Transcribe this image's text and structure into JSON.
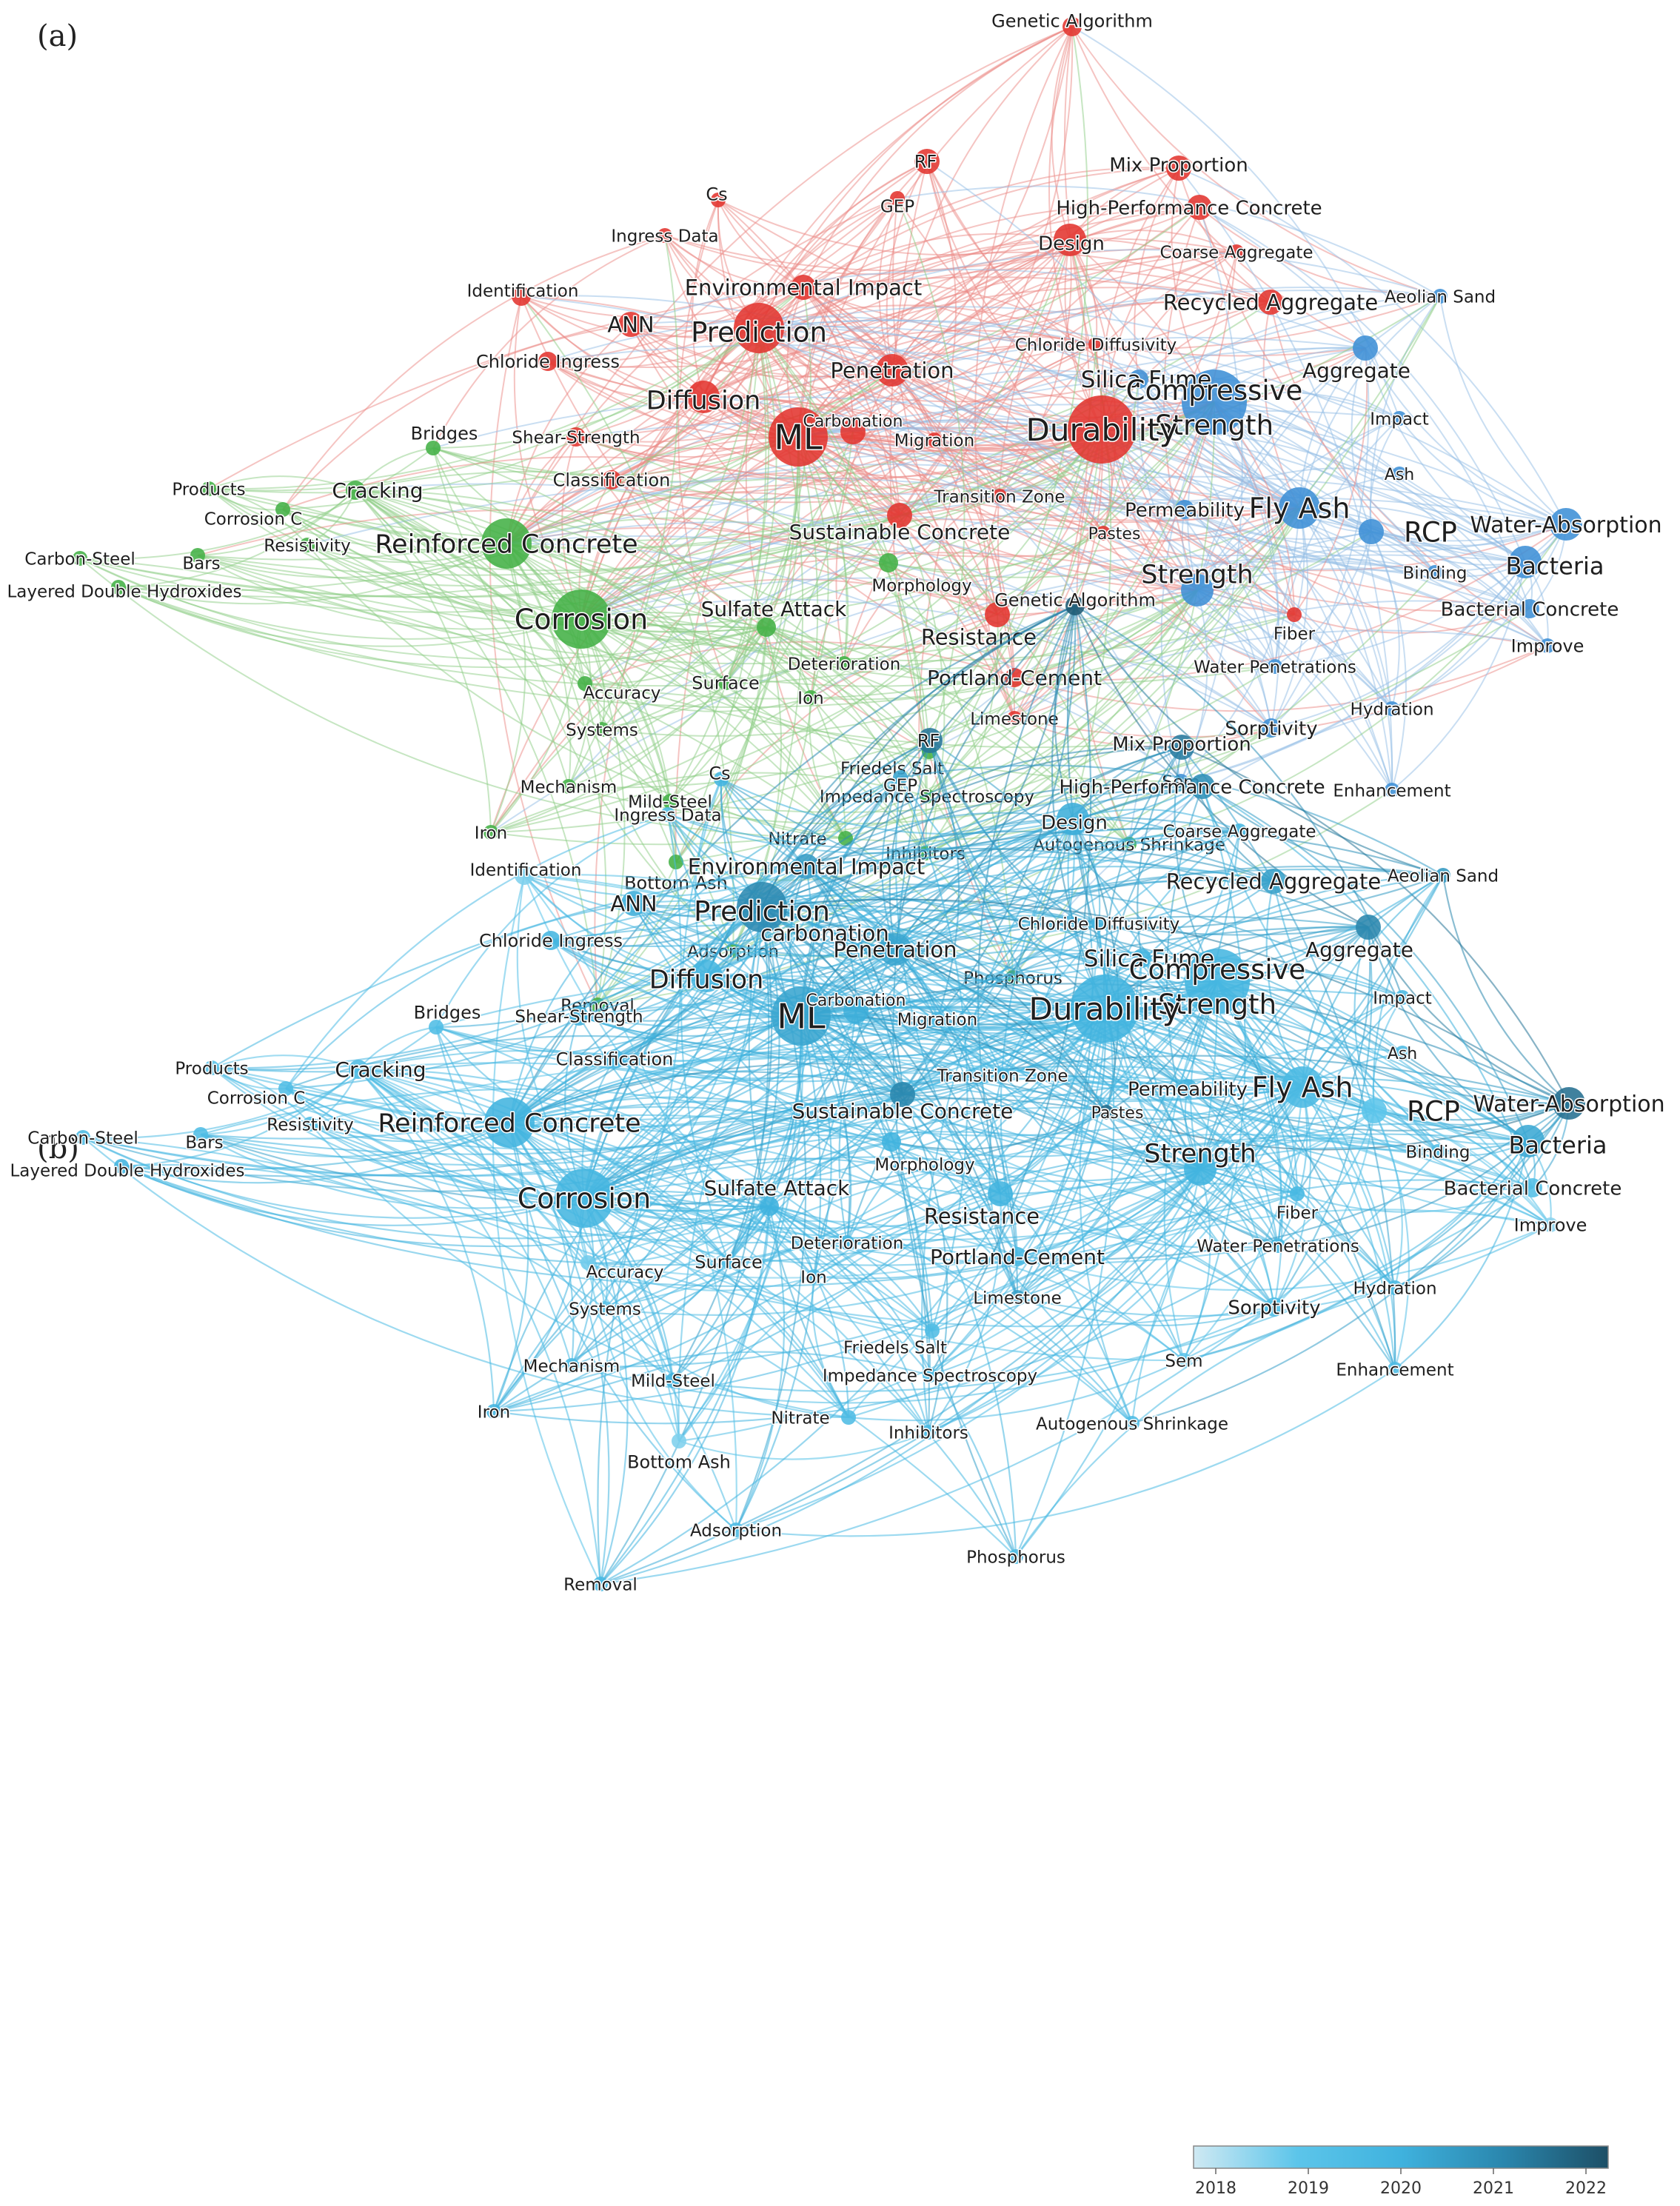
{
  "panels": [
    {
      "id": "a",
      "label": "(a)",
      "coloring": "cluster"
    },
    {
      "id": "b",
      "label": "(b)",
      "coloring": "year"
    }
  ],
  "clusters": {
    "red": {
      "color": "#e3342f",
      "edge": "#ec8a86"
    },
    "green": {
      "color": "#43b045",
      "edge": "#8dce86"
    },
    "blue": {
      "color": "#3d8fd6",
      "edge": "#93bde6"
    }
  },
  "year_scale": {
    "ticks": [
      "2018",
      "2019",
      "2020",
      "2021",
      "2022"
    ],
    "colors": [
      "#cfe9f3",
      "#5cc5ea",
      "#3fb2de",
      "#2a86ad",
      "#1d4f66"
    ]
  },
  "nodes": [
    {
      "id": "genetic",
      "label": "Genetic Algorithm",
      "c": "red",
      "size": 2,
      "year": 2021.8,
      "fs": 1
    },
    {
      "id": "rf",
      "label": "RF",
      "c": "red",
      "size": 3,
      "year": 2021.3,
      "fs": 1
    },
    {
      "id": "mix",
      "label": "Mix Proportion",
      "c": "red",
      "size": 3,
      "year": 2021.2,
      "fs": 1.1
    },
    {
      "id": "cs",
      "label": "Cs",
      "c": "red",
      "size": 1,
      "year": 2019.8,
      "fs": 1
    },
    {
      "id": "gep",
      "label": "GEP",
      "c": "red",
      "size": 1,
      "year": 2020.3,
      "fs": 0.95
    },
    {
      "id": "hpc",
      "label": "High-Performance Concrete",
      "c": "red",
      "size": 3,
      "year": 2020.8,
      "fs": 1.1
    },
    {
      "id": "ingress",
      "label": "Ingress Data",
      "c": "red",
      "size": 1,
      "year": 2019.5,
      "fs": 0.95
    },
    {
      "id": "design",
      "label": "Design",
      "c": "red",
      "size": 4,
      "year": 2020.1,
      "fs": 1.1
    },
    {
      "id": "coarse",
      "label": "Coarse Aggregate",
      "c": "red",
      "size": 1,
      "year": 2019.8,
      "fs": 0.95
    },
    {
      "id": "ident",
      "label": "Identification",
      "c": "red",
      "size": 2,
      "year": 2018.7,
      "fs": 0.95
    },
    {
      "id": "envimp",
      "label": "Environmental Impact",
      "c": "red",
      "size": 3,
      "year": 2020.5,
      "fs": 1.2
    },
    {
      "id": "recyc",
      "label": "Recycled Aggregate",
      "c": "red",
      "size": 3,
      "year": 2020.4,
      "fs": 1.2
    },
    {
      "id": "aeolian",
      "label": "Aeolian Sand",
      "c": "blue",
      "size": 1,
      "year": 2020.6,
      "fs": 0.95
    },
    {
      "id": "ann",
      "label": "ANN",
      "c": "red",
      "size": 3,
      "year": 2020.1,
      "fs": 1.2
    },
    {
      "id": "prediction",
      "label": "Prediction",
      "c": "red",
      "size": 6,
      "year": 2020.9,
      "fs": 1.55
    },
    {
      "id": "carbonation2",
      "label": "carbonation",
      "c": "red",
      "size": 0,
      "year": 2020.3,
      "fs": 1.2,
      "only": "b"
    },
    {
      "id": "chldiff",
      "label": "Chloride Diffusivity",
      "c": "red",
      "size": 1,
      "year": 2019.9,
      "fs": 0.95
    },
    {
      "id": "chlingress",
      "label": "Chloride Ingress",
      "c": "red",
      "size": 2,
      "year": 2019.8,
      "fs": 1
    },
    {
      "id": "silica",
      "label": "Silica Fume",
      "c": "blue",
      "size": 2,
      "year": 2019.9,
      "fs": 1.3
    },
    {
      "id": "aggregate",
      "label": "Aggregate",
      "c": "blue",
      "size": 3,
      "year": 2021.0,
      "fs": 1.15
    },
    {
      "id": "penetration",
      "label": "Penetration",
      "c": "red",
      "size": 4,
      "year": 2020.3,
      "fs": 1.2
    },
    {
      "id": "diffusion",
      "label": "Diffusion",
      "c": "red",
      "size": 4,
      "year": 2019.8,
      "fs": 1.45
    },
    {
      "id": "compressive",
      "label": "Compressive Strength",
      "c": "blue",
      "size": 8,
      "year": 2019.8,
      "fs": 1.55,
      "two": true
    },
    {
      "id": "impact",
      "label": "Impact",
      "c": "blue",
      "size": 1,
      "year": 2019.7,
      "fs": 0.95
    },
    {
      "id": "ml",
      "label": "ML",
      "c": "red",
      "size": 7,
      "year": 2020.3,
      "fs": 1.9
    },
    {
      "id": "carbonation",
      "label": "Carbonation",
      "c": "red",
      "size": 3,
      "year": 2020.1,
      "fs": 0.9
    },
    {
      "id": "migration",
      "label": "Migration",
      "c": "red",
      "size": 1,
      "year": 2019.6,
      "fs": 0.95
    },
    {
      "id": "durability",
      "label": "Durability",
      "c": "red",
      "size": 9,
      "year": 2019.9,
      "fs": 1.75
    },
    {
      "id": "bridges",
      "label": "Bridges",
      "c": "green",
      "size": 1,
      "year": 2019.4,
      "fs": 1
    },
    {
      "id": "shear",
      "label": "Shear-Strength",
      "c": "red",
      "size": 2,
      "year": 2020.1,
      "fs": 0.95
    },
    {
      "id": "ash",
      "label": "Ash",
      "c": "blue",
      "size": 1,
      "year": 2019.6,
      "fs": 0.9
    },
    {
      "id": "classif",
      "label": "Classification",
      "c": "red",
      "size": 2,
      "year": 2019.6,
      "fs": 1
    },
    {
      "id": "products",
      "label": "Products",
      "c": "green",
      "size": 1,
      "year": 2019.2,
      "fs": 0.95
    },
    {
      "id": "cracking",
      "label": "Cracking",
      "c": "green",
      "size": 2,
      "year": 2019.4,
      "fs": 1.15
    },
    {
      "id": "transition",
      "label": "Transition Zone",
      "c": "red",
      "size": 1,
      "year": 2019.6,
      "fs": 0.95
    },
    {
      "id": "permeab",
      "label": "Permeability",
      "c": "blue",
      "size": 2,
      "year": 2019.9,
      "fs": 1.1
    },
    {
      "id": "flyash",
      "label": "Fly Ash",
      "c": "blue",
      "size": 5,
      "year": 2019.6,
      "fs": 1.6
    },
    {
      "id": "rcp",
      "label": "RCP",
      "c": "blue",
      "size": 3,
      "year": 2019.0,
      "fs": 1.55
    },
    {
      "id": "water",
      "label": "Water-Absorption",
      "c": "blue",
      "size": 4,
      "year": 2021.4,
      "fs": 1.25
    },
    {
      "id": "corrc",
      "label": "Corrosion C",
      "c": "green",
      "size": 1,
      "year": 2019.4,
      "fs": 0.95
    },
    {
      "id": "resistivity",
      "label": "Resistivity",
      "c": "green",
      "size": 1,
      "year": 2019.5,
      "fs": 0.95
    },
    {
      "id": "reinforced",
      "label": "Reinforced Concrete",
      "c": "green",
      "size": 6,
      "year": 2019.9,
      "fs": 1.45
    },
    {
      "id": "sustainable",
      "label": "Sustainable Concrete",
      "c": "red",
      "size": 3,
      "year": 2021.0,
      "fs": 1.15
    },
    {
      "id": "pastes",
      "label": "Pastes",
      "c": "red",
      "size": 1,
      "year": 2021.5,
      "fs": 0.9
    },
    {
      "id": "carbonsteel",
      "label": "Carbon-Steel",
      "c": "green",
      "size": 1,
      "year": 2019.6,
      "fs": 0.95
    },
    {
      "id": "bars",
      "label": "Bars",
      "c": "green",
      "size": 1,
      "year": 2019.4,
      "fs": 0.95
    },
    {
      "id": "layered",
      "label": "Layered Double Hydroxides",
      "c": "green",
      "size": 1,
      "year": 2019.9,
      "fs": 0.95
    },
    {
      "id": "strength",
      "label": "Strength",
      "c": "blue",
      "size": 4,
      "year": 2019.9,
      "fs": 1.45
    },
    {
      "id": "binding",
      "label": "Binding",
      "c": "blue",
      "size": 1,
      "year": 2019.5,
      "fs": 0.95
    },
    {
      "id": "bacteria",
      "label": "Bacteria",
      "c": "blue",
      "size": 4,
      "year": 2020.2,
      "fs": 1.35
    },
    {
      "id": "morphology",
      "label": "Morphology",
      "c": "green",
      "size": 2,
      "year": 2019.9,
      "fs": 0.95
    },
    {
      "id": "corrosion",
      "label": "Corrosion",
      "c": "green",
      "size": 7,
      "year": 2019.8,
      "fs": 1.6
    },
    {
      "id": "sulfate",
      "label": "Sulfate Attack",
      "c": "green",
      "size": 2,
      "year": 2020.0,
      "fs": 1.15
    },
    {
      "id": "bactcon",
      "label": "Bacterial Concrete",
      "c": "blue",
      "size": 2,
      "year": 2019.3,
      "fs": 1.1
    },
    {
      "id": "resistance",
      "label": "Resistance",
      "c": "red",
      "size": 3,
      "year": 2019.9,
      "fs": 1.2
    },
    {
      "id": "fiber",
      "label": "Fiber",
      "c": "red",
      "size": 1,
      "year": 2019.7,
      "fs": 0.95
    },
    {
      "id": "improve",
      "label": "Improve",
      "c": "blue",
      "size": 1,
      "year": 2018.6,
      "fs": 1
    },
    {
      "id": "deterior",
      "label": "Deterioration",
      "c": "green",
      "size": 1,
      "year": 2019.8,
      "fs": 0.95
    },
    {
      "id": "waterpen",
      "label": "Water Penetrations",
      "c": "blue",
      "size": 1,
      "year": 2019.8,
      "fs": 0.95
    },
    {
      "id": "portland",
      "label": "Portland-Cement",
      "c": "red",
      "size": 2,
      "year": 2019.6,
      "fs": 1.15
    },
    {
      "id": "surface",
      "label": "Surface",
      "c": "green",
      "size": 1,
      "year": 2019.5,
      "fs": 1
    },
    {
      "id": "accuracy",
      "label": "Accuracy",
      "c": "green",
      "size": 1,
      "year": 2018.8,
      "fs": 0.95
    },
    {
      "id": "ion",
      "label": "Ion",
      "c": "green",
      "size": 1,
      "year": 2019.6,
      "fs": 0.95
    },
    {
      "id": "hydration",
      "label": "Hydration",
      "c": "blue",
      "size": 1,
      "year": 2019.6,
      "fs": 0.95
    },
    {
      "id": "limestone",
      "label": "Limestone",
      "c": "red",
      "size": 1,
      "year": 2020.4,
      "fs": 0.95
    },
    {
      "id": "systems",
      "label": "Systems",
      "c": "green",
      "size": 1,
      "year": 2019.2,
      "fs": 0.95
    },
    {
      "id": "sorptivity",
      "label": "Sorptivity",
      "c": "blue",
      "size": 2,
      "year": 2019.4,
      "fs": 1.1
    },
    {
      "id": "friedels",
      "label": "Friedels Salt",
      "c": "green",
      "size": 1,
      "year": 2019.5,
      "fs": 0.95
    },
    {
      "id": "mechanism",
      "label": "Mechanism",
      "c": "green",
      "size": 1,
      "year": 2019.7,
      "fs": 0.95
    },
    {
      "id": "impedance",
      "label": "Impedance Spectroscopy",
      "c": "green",
      "size": 1,
      "year": 2019.5,
      "fs": 0.95
    },
    {
      "id": "sem",
      "label": "Sem",
      "c": "blue",
      "size": 1,
      "year": 2019.0,
      "fs": 0.95
    },
    {
      "id": "enhance",
      "label": "Enhancement",
      "c": "blue",
      "size": 1,
      "year": 2019.5,
      "fs": 0.95
    },
    {
      "id": "mildsteel",
      "label": "Mild-Steel",
      "c": "green",
      "size": 1,
      "year": 2020.0,
      "fs": 0.95
    },
    {
      "id": "iron",
      "label": "Iron",
      "c": "green",
      "size": 1,
      "year": 2019.9,
      "fs": 0.95
    },
    {
      "id": "nitrate",
      "label": "Nitrate",
      "c": "green",
      "size": 1,
      "year": 2019.5,
      "fs": 0.95
    },
    {
      "id": "inhibitors",
      "label": "Inhibitors",
      "c": "green",
      "size": 1,
      "year": 2019.6,
      "fs": 0.95
    },
    {
      "id": "autogenous",
      "label": "Autogenous Shrinkage",
      "c": "green",
      "size": 1,
      "year": 2019.5,
      "fs": 0.95
    },
    {
      "id": "bottomash",
      "label": "Bottom Ash",
      "c": "green",
      "size": 1,
      "year": 2018.7,
      "fs": 1
    },
    {
      "id": "adsorption",
      "label": "Adsorption",
      "c": "green",
      "size": 1,
      "year": 2019.6,
      "fs": 0.95
    },
    {
      "id": "phosphorus",
      "label": "Phosphorus",
      "c": "green",
      "size": 1,
      "year": 2019.5,
      "fs": 0.95
    },
    {
      "id": "removal",
      "label": "Removal",
      "c": "green",
      "size": 1,
      "year": 2019.7,
      "fs": 0.95
    }
  ]
}
